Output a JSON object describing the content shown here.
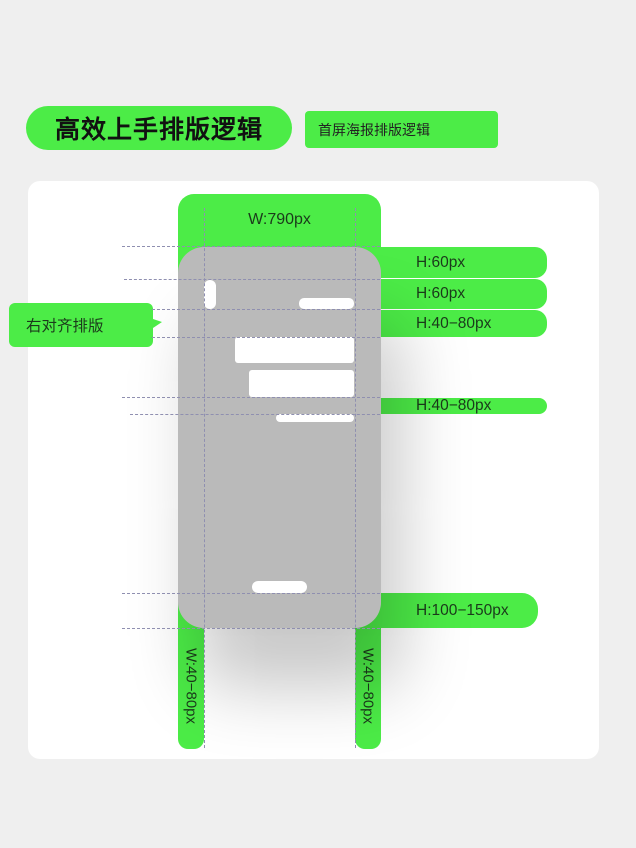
{
  "header": {
    "title": "高效上手排版逻辑",
    "subtitle": "首屏海报排版逻辑"
  },
  "diagram": {
    "top_width_label": "W:790px",
    "height_labels": [
      "H:60px",
      "H:60px",
      "H:40−80px",
      "H:40−80px",
      "H:100−150px"
    ],
    "side_margin_labels": [
      "W:40−80px",
      "W:40−80px"
    ],
    "alignment_label": "右对齐排版"
  },
  "colors": {
    "accent": "#4cec47",
    "phone": "#bababa",
    "card": "#ffffff",
    "background": "#efefef"
  }
}
